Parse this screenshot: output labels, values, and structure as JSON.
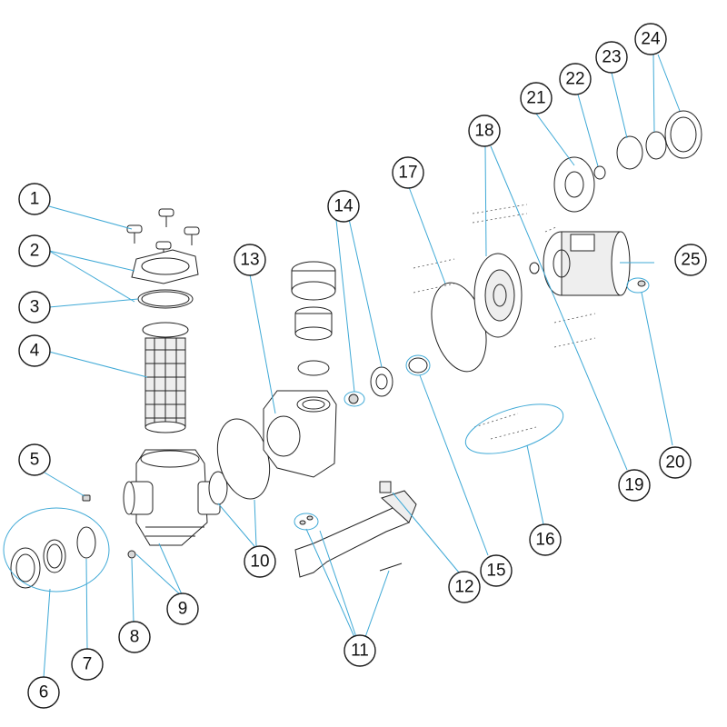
{
  "diagram": {
    "type": "exploded-parts-diagram",
    "callouts": [
      {
        "id": "1",
        "label": "1"
      },
      {
        "id": "2",
        "label": "2"
      },
      {
        "id": "3",
        "label": "3"
      },
      {
        "id": "4",
        "label": "4"
      },
      {
        "id": "5",
        "label": "5"
      },
      {
        "id": "6",
        "label": "6"
      },
      {
        "id": "7",
        "label": "7"
      },
      {
        "id": "8",
        "label": "8"
      },
      {
        "id": "9",
        "label": "9"
      },
      {
        "id": "10",
        "label": "10"
      },
      {
        "id": "11",
        "label": "11"
      },
      {
        "id": "12",
        "label": "12"
      },
      {
        "id": "13",
        "label": "13"
      },
      {
        "id": "14",
        "label": "14"
      },
      {
        "id": "15",
        "label": "15"
      },
      {
        "id": "16",
        "label": "16"
      },
      {
        "id": "17",
        "label": "17"
      },
      {
        "id": "18",
        "label": "18"
      },
      {
        "id": "19",
        "label": "19"
      },
      {
        "id": "20",
        "label": "20"
      },
      {
        "id": "21",
        "label": "21"
      },
      {
        "id": "22",
        "label": "22"
      },
      {
        "id": "23",
        "label": "23"
      },
      {
        "id": "24",
        "label": "24"
      },
      {
        "id": "25",
        "label": "25"
      }
    ],
    "colors": {
      "leader": "#3fa9d6",
      "outline": "#222222",
      "callout_stroke": "#1a1a1a"
    }
  }
}
